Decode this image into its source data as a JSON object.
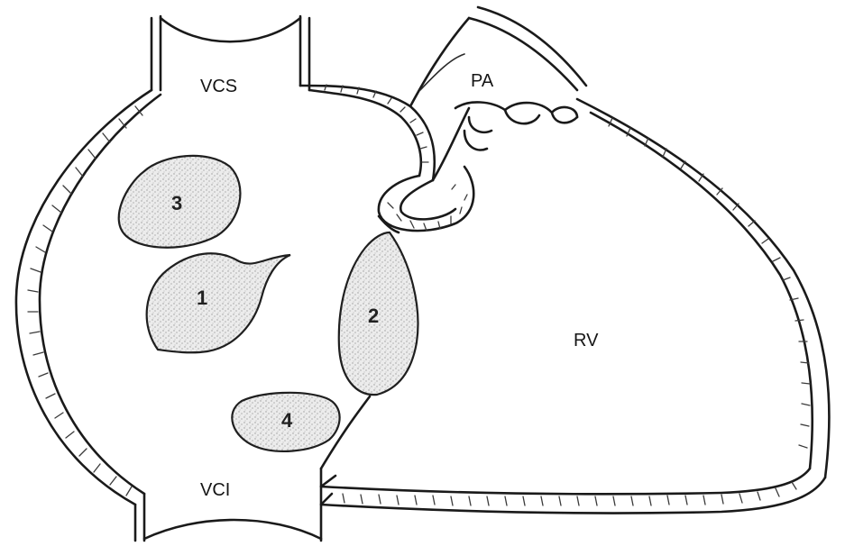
{
  "diagram": {
    "labels": {
      "vcs": "VCS",
      "vci": "VCI",
      "pa": "PA",
      "rv": "RV"
    },
    "defects": [
      {
        "number": "3"
      },
      {
        "number": "1"
      },
      {
        "number": "2"
      },
      {
        "number": "4"
      }
    ],
    "colors": {
      "line": "#1a1a1a",
      "stipple_fill": "#e9e9e9",
      "background": "#ffffff"
    }
  }
}
